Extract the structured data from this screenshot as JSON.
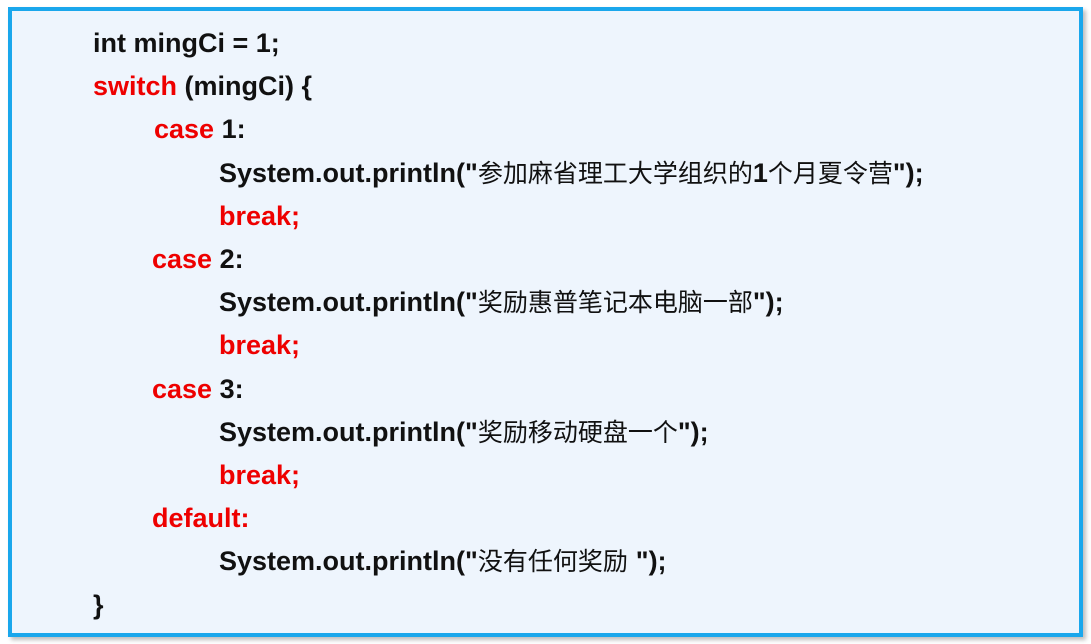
{
  "lines": [
    {
      "segments": [
        {
          "type": "text",
          "text": "int mingCi = 1;"
        }
      ]
    },
    {
      "segments": [
        {
          "type": "kw",
          "text": "switch"
        },
        {
          "type": "text",
          "text": " (mingCi) {"
        }
      ]
    },
    {
      "segments": [
        {
          "type": "kw",
          "text": "case"
        },
        {
          "type": "text",
          "text": " 1:"
        }
      ]
    },
    {
      "segments": [
        {
          "type": "text",
          "text": "System.out.println(\""
        },
        {
          "type": "cn",
          "text": "参加麻省理工大学组织的"
        },
        {
          "type": "text",
          "text": "1"
        },
        {
          "type": "cn",
          "text": "个月夏令营"
        },
        {
          "type": "text",
          "text": "\");"
        }
      ]
    },
    {
      "segments": [
        {
          "type": "kw",
          "text": "break;"
        }
      ]
    },
    {
      "segments": [
        {
          "type": "kw",
          "text": "case"
        },
        {
          "type": "text",
          "text": " 2:"
        }
      ]
    },
    {
      "segments": [
        {
          "type": "text",
          "text": "System.out.println(\""
        },
        {
          "type": "cn",
          "text": "奖励惠普笔记本电脑一部"
        },
        {
          "type": "text",
          "text": "\");"
        }
      ]
    },
    {
      "segments": [
        {
          "type": "kw",
          "text": "break;"
        }
      ]
    },
    {
      "segments": [
        {
          "type": "kw",
          "text": "case"
        },
        {
          "type": "text",
          "text": " 3:"
        }
      ]
    },
    {
      "segments": [
        {
          "type": "text",
          "text": "System.out.println(\""
        },
        {
          "type": "cn",
          "text": "奖励移动硬盘一个"
        },
        {
          "type": "text",
          "text": "\");"
        }
      ]
    },
    {
      "segments": [
        {
          "type": "kw",
          "text": "break;"
        }
      ]
    },
    {
      "segments": [
        {
          "type": "kw",
          "text": "default:"
        }
      ]
    },
    {
      "segments": [
        {
          "type": "text",
          "text": "System.out.println(\""
        },
        {
          "type": "cn",
          "text": "没有任何奖励 "
        },
        {
          "type": "text",
          "text": "\");"
        }
      ]
    },
    {
      "segments": [
        {
          "type": "text",
          "text": "}"
        }
      ]
    }
  ],
  "colors": {
    "keyword": "#ee0000",
    "text": "#111111",
    "border": "#1aa7ec",
    "background": "#eef5fd"
  }
}
